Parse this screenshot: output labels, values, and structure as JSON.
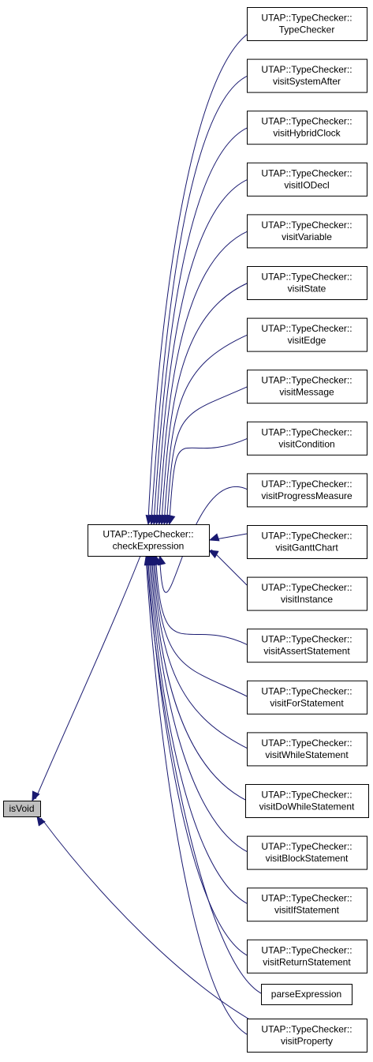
{
  "colors": {
    "edge": "#191970",
    "current_node_fill": "#bfbfbf",
    "node_fill": "#ffffff",
    "node_border": "#000000"
  },
  "nodes": {
    "isvoid": {
      "lines": [
        "isVoid"
      ],
      "current": true
    },
    "checkexpression": {
      "lines": [
        "UTAP::TypeChecker::",
        "checkExpression"
      ]
    },
    "typechecker": {
      "lines": [
        "UTAP::TypeChecker::",
        "TypeChecker"
      ]
    },
    "visitsystemafter": {
      "lines": [
        "UTAP::TypeChecker::",
        "visitSystemAfter"
      ]
    },
    "visithybridclock": {
      "lines": [
        "UTAP::TypeChecker::",
        "visitHybridClock"
      ]
    },
    "visitiodecl": {
      "lines": [
        "UTAP::TypeChecker::",
        "visitIODecl"
      ]
    },
    "visitvariable": {
      "lines": [
        "UTAP::TypeChecker::",
        "visitVariable"
      ]
    },
    "visitstate": {
      "lines": [
        "UTAP::TypeChecker::",
        "visitState"
      ]
    },
    "visitedge": {
      "lines": [
        "UTAP::TypeChecker::",
        "visitEdge"
      ]
    },
    "visitmessage": {
      "lines": [
        "UTAP::TypeChecker::",
        "visitMessage"
      ]
    },
    "visitcondition": {
      "lines": [
        "UTAP::TypeChecker::",
        "visitCondition"
      ]
    },
    "visitprogressmeasure": {
      "lines": [
        "UTAP::TypeChecker::",
        "visitProgressMeasure"
      ]
    },
    "visitganttchart": {
      "lines": [
        "UTAP::TypeChecker::",
        "visitGanttChart"
      ]
    },
    "visitinstance": {
      "lines": [
        "UTAP::TypeChecker::",
        "visitInstance"
      ]
    },
    "visitassertstatement": {
      "lines": [
        "UTAP::TypeChecker::",
        "visitAssertStatement"
      ]
    },
    "visitforstatement": {
      "lines": [
        "UTAP::TypeChecker::",
        "visitForStatement"
      ]
    },
    "visitwhilestatement": {
      "lines": [
        "UTAP::TypeChecker::",
        "visitWhileStatement"
      ]
    },
    "visitdowhilestatement": {
      "lines": [
        "UTAP::TypeChecker::",
        "visitDoWhileStatement"
      ]
    },
    "visitblockstatement": {
      "lines": [
        "UTAP::TypeChecker::",
        "visitBlockStatement"
      ]
    },
    "visitifstatement": {
      "lines": [
        "UTAP::TypeChecker::",
        "visitIfStatement"
      ]
    },
    "visitreturnstatement": {
      "lines": [
        "UTAP::TypeChecker::",
        "visitReturnStatement"
      ]
    },
    "parseexpression": {
      "lines": [
        "parseExpression"
      ]
    },
    "visitproperty": {
      "lines": [
        "UTAP::TypeChecker::",
        "visitProperty"
      ]
    }
  },
  "edges": [
    {
      "from": "checkexpression",
      "to": "isvoid"
    },
    {
      "from": "visitproperty",
      "to": "isvoid"
    },
    {
      "from": "typechecker",
      "to": "checkexpression"
    },
    {
      "from": "visitsystemafter",
      "to": "checkexpression"
    },
    {
      "from": "visithybridclock",
      "to": "checkexpression"
    },
    {
      "from": "visitiodecl",
      "to": "checkexpression"
    },
    {
      "from": "visitvariable",
      "to": "checkexpression"
    },
    {
      "from": "visitstate",
      "to": "checkexpression"
    },
    {
      "from": "visitedge",
      "to": "checkexpression"
    },
    {
      "from": "visitmessage",
      "to": "checkexpression"
    },
    {
      "from": "visitcondition",
      "to": "checkexpression"
    },
    {
      "from": "visitprogressmeasure",
      "to": "checkexpression"
    },
    {
      "from": "visitganttchart",
      "to": "checkexpression"
    },
    {
      "from": "visitinstance",
      "to": "checkexpression"
    },
    {
      "from": "visitassertstatement",
      "to": "checkexpression"
    },
    {
      "from": "visitforstatement",
      "to": "checkexpression"
    },
    {
      "from": "visitwhilestatement",
      "to": "checkexpression"
    },
    {
      "from": "visitdowhilestatement",
      "to": "checkexpression"
    },
    {
      "from": "visitblockstatement",
      "to": "checkexpression"
    },
    {
      "from": "visitifstatement",
      "to": "checkexpression"
    },
    {
      "from": "visitreturnstatement",
      "to": "checkexpression"
    },
    {
      "from": "parseexpression",
      "to": "checkexpression"
    },
    {
      "from": "visitproperty",
      "to": "checkexpression"
    }
  ]
}
